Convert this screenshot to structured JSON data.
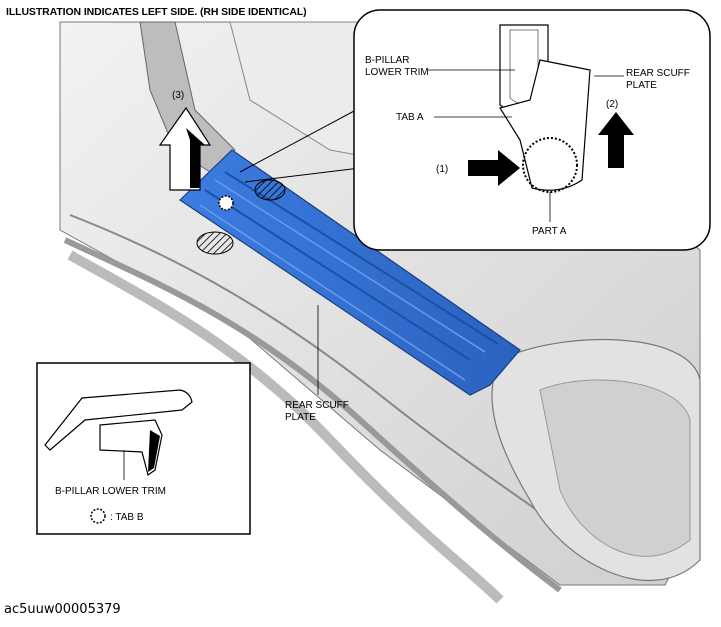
{
  "header": "ILLUSTRATION INDICATES LEFT SIDE. (RH SIDE IDENTICAL)",
  "figure_code": "ac5uuw00005379",
  "main_view": {
    "step_3_label": "(3)",
    "rear_scuff_plate_line1": "REAR SCUFF",
    "rear_scuff_plate_line2": "PLATE"
  },
  "detail_view": {
    "b_pillar_line1": "B-PILLAR",
    "b_pillar_line2": "LOWER TRIM",
    "rear_scuff_line1": "REAR SCUFF",
    "rear_scuff_line2": "PLATE",
    "tab_a": "TAB A",
    "step_1_label": "(1)",
    "step_2_label": "(2)",
    "part_a": "PART A"
  },
  "inset_view": {
    "b_pillar_lower_trim": "B-PILLAR LOWER TRIM",
    "legend_tab_b": ": TAB B"
  },
  "colors": {
    "scuff_plate": "#2e6fd1",
    "body_gray": "#d9d9d9",
    "outline": "#000000"
  }
}
